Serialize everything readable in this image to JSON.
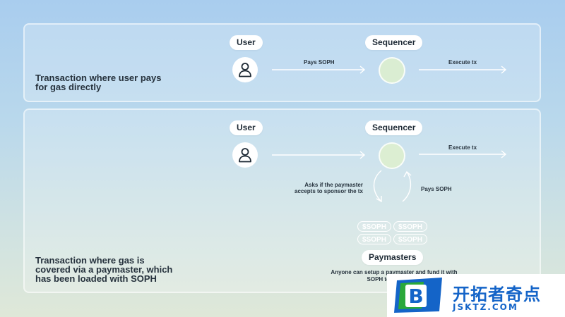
{
  "colors": {
    "arrow": "#ffffff",
    "node_fill": "#def0cd",
    "watermark_blue": "#1464c8",
    "watermark_green": "#2aa83a"
  },
  "direct": {
    "caption": "Transaction where user pays\nfor gas directly",
    "user_label": "User",
    "sequencer_label": "Sequencer",
    "edge_user_to_sequencer": "Pays SOPH",
    "edge_execute": "Execute tx",
    "user_icon": "user-icon"
  },
  "paymaster": {
    "caption": "Transaction where gas is\ncovered via a paymaster, which\nhas been loaded with SOPH",
    "user_label": "User",
    "sequencer_label": "Sequencer",
    "edge_execute": "Execute tx",
    "edge_ask": "Asks if the paymaster\naccepts to sponsor the tx",
    "edge_pays": "Pays SOPH",
    "tokens": [
      "$SOPH",
      "$SOPH",
      "$SOPH",
      "$SOPH"
    ],
    "paymasters_label": "Paymasters",
    "note": "Anyone can setup a paymaster and fund it with\nSOPH to cover gas t",
    "user_icon": "user-icon"
  },
  "watermark": {
    "logo_letter": "B",
    "name": "开拓者奇点",
    "url": "JSKTZ.COM"
  }
}
